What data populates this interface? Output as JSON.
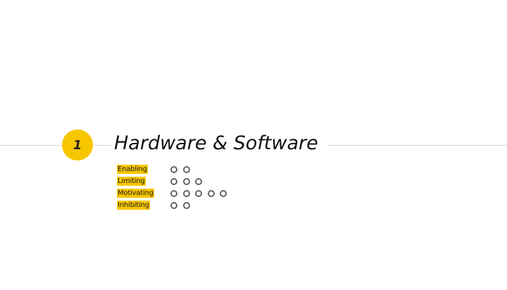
{
  "section": {
    "number": "1",
    "title": "Hardware & Software"
  },
  "colors": {
    "accent": "#f7c600",
    "rule": "#d6d6d6",
    "dot_stroke": "#666666"
  },
  "rows": [
    {
      "label": "Enabling",
      "count": 2
    },
    {
      "label": "Limiting",
      "count": 3
    },
    {
      "label": "Motivating",
      "count": 5
    },
    {
      "label": "Inhibiting",
      "count": 2
    }
  ]
}
